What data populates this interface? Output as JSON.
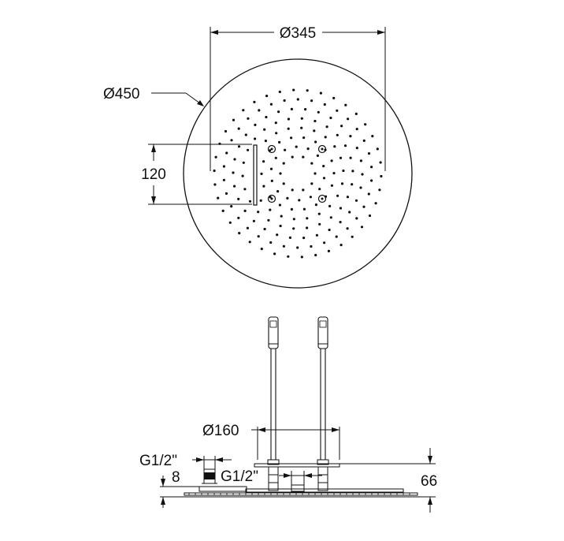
{
  "dimensions": {
    "outer_diameter": "Ø450",
    "nozzle_field_width": "Ø345",
    "slot_height": "120",
    "pipe_spacing": "Ø160",
    "thread_left": "G1/2\"",
    "thread_right": "G1/2\"",
    "plate_thickness": "8",
    "overall_height": "66"
  }
}
